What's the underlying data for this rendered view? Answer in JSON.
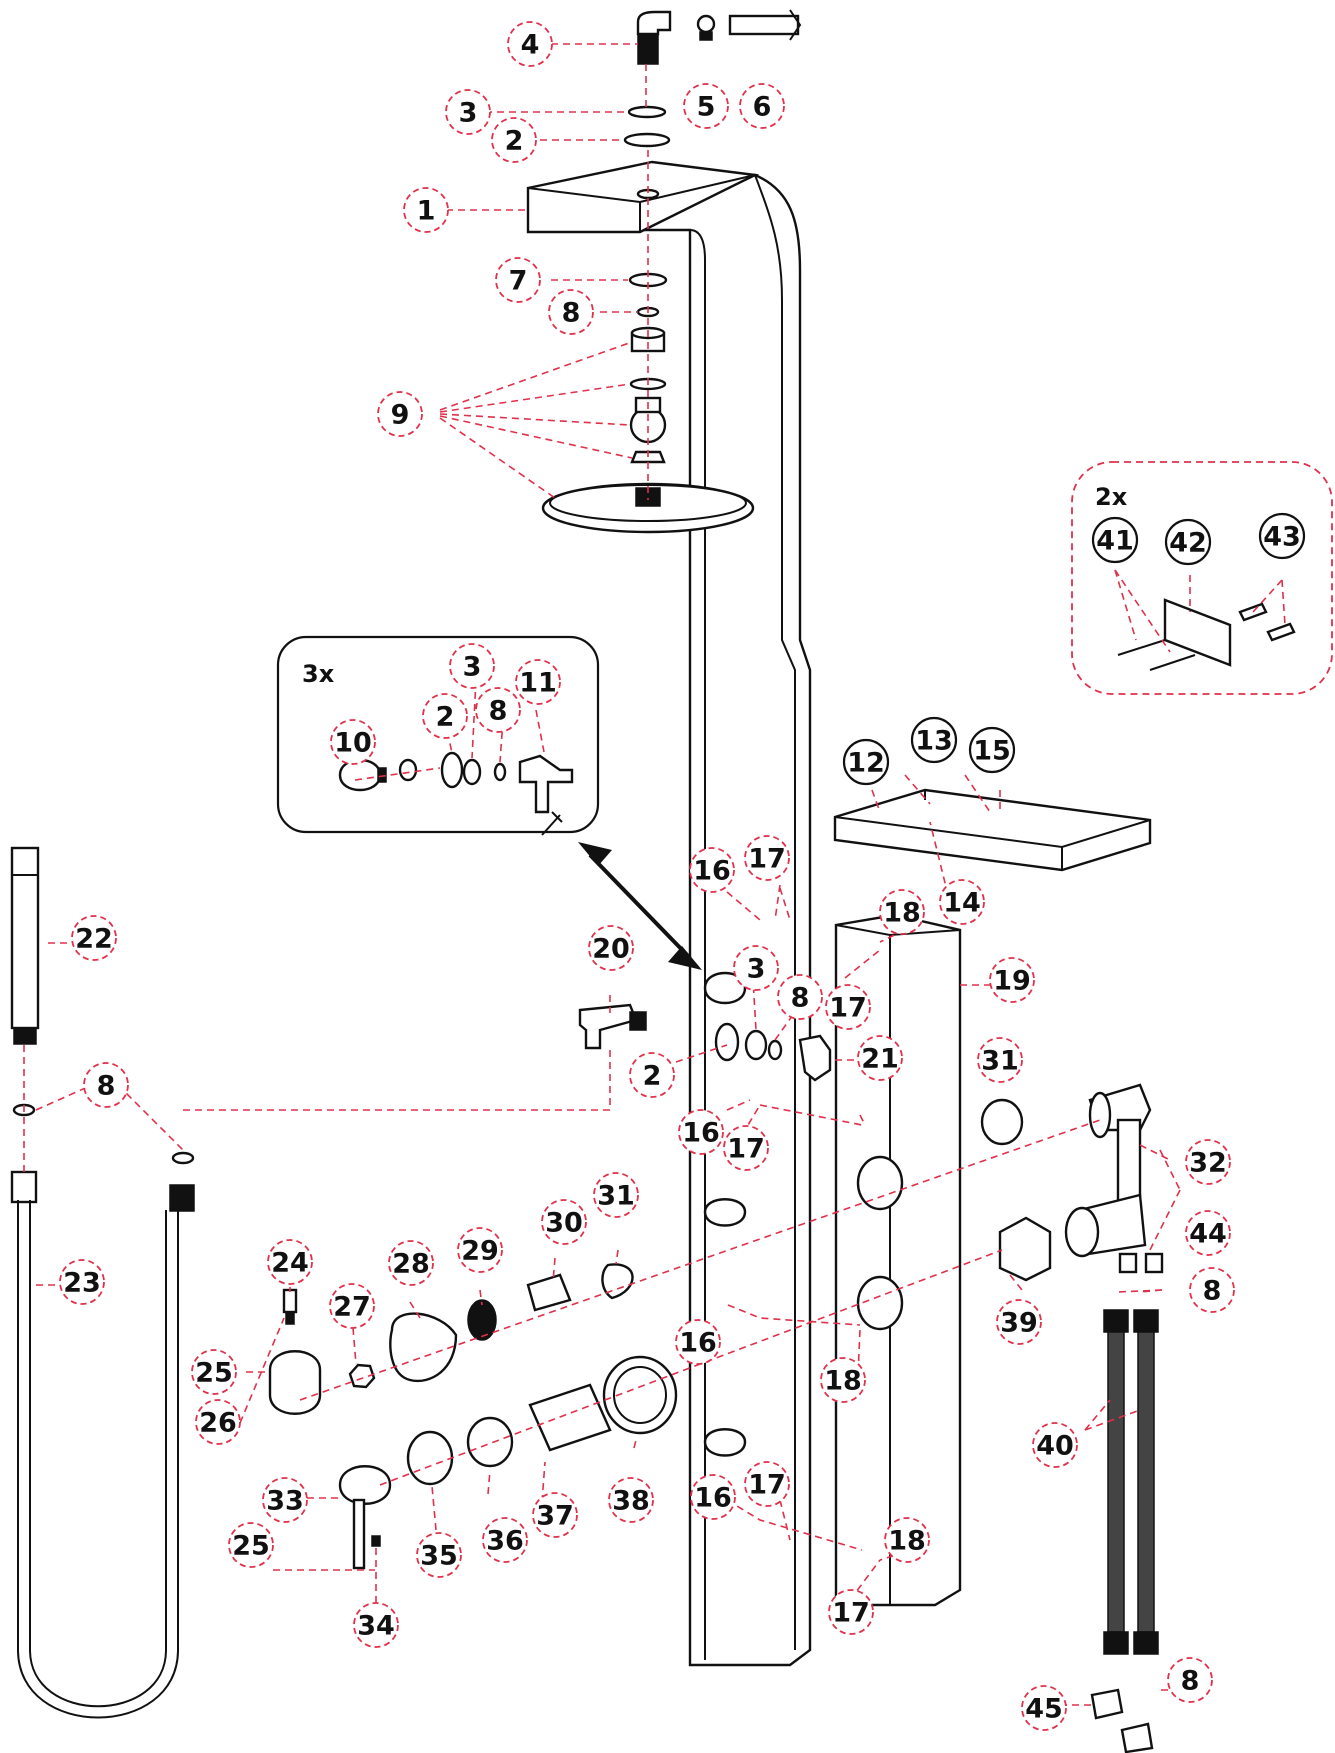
{
  "diagram": {
    "detail_boxes": [
      {
        "title": "3x"
      },
      {
        "title": "2x"
      }
    ],
    "labels": [
      {
        "id": "l4",
        "text": "4"
      },
      {
        "id": "l5",
        "text": "5"
      },
      {
        "id": "l6",
        "text": "6"
      },
      {
        "id": "l3a",
        "text": "3"
      },
      {
        "id": "l2a",
        "text": "2"
      },
      {
        "id": "l1",
        "text": "1"
      },
      {
        "id": "l7",
        "text": "7"
      },
      {
        "id": "l8a",
        "text": "8"
      },
      {
        "id": "l9",
        "text": "9"
      },
      {
        "id": "l10",
        "text": "10"
      },
      {
        "id": "l2b",
        "text": "2"
      },
      {
        "id": "l3b",
        "text": "3"
      },
      {
        "id": "l8b",
        "text": "8"
      },
      {
        "id": "l11",
        "text": "11"
      },
      {
        "id": "l12",
        "text": "12"
      },
      {
        "id": "l13",
        "text": "13"
      },
      {
        "id": "l15",
        "text": "15"
      },
      {
        "id": "l14",
        "text": "14"
      },
      {
        "id": "l41",
        "text": "41"
      },
      {
        "id": "l42",
        "text": "42"
      },
      {
        "id": "l43",
        "text": "43"
      },
      {
        "id": "l16a",
        "text": "16"
      },
      {
        "id": "l17a",
        "text": "17"
      },
      {
        "id": "l18a",
        "text": "18"
      },
      {
        "id": "l17b",
        "text": "17"
      },
      {
        "id": "l19",
        "text": "19"
      },
      {
        "id": "l20",
        "text": "20"
      },
      {
        "id": "l3c",
        "text": "3"
      },
      {
        "id": "l8c",
        "text": "8"
      },
      {
        "id": "l21",
        "text": "21"
      },
      {
        "id": "l2c",
        "text": "2"
      },
      {
        "id": "l16b",
        "text": "16"
      },
      {
        "id": "l17c",
        "text": "17"
      },
      {
        "id": "l22",
        "text": "22"
      },
      {
        "id": "l8d",
        "text": "8"
      },
      {
        "id": "l23",
        "text": "23"
      },
      {
        "id": "l31a",
        "text": "31"
      },
      {
        "id": "l32",
        "text": "32"
      },
      {
        "id": "l30",
        "text": "30"
      },
      {
        "id": "l31b",
        "text": "31"
      },
      {
        "id": "l24",
        "text": "24"
      },
      {
        "id": "l28",
        "text": "28"
      },
      {
        "id": "l29",
        "text": "29"
      },
      {
        "id": "l27",
        "text": "27"
      },
      {
        "id": "l25a",
        "text": "25"
      },
      {
        "id": "l26",
        "text": "26"
      },
      {
        "id": "l16c",
        "text": "16"
      },
      {
        "id": "l18b",
        "text": "18"
      },
      {
        "id": "l39",
        "text": "39"
      },
      {
        "id": "l44",
        "text": "44"
      },
      {
        "id": "l8e",
        "text": "8"
      },
      {
        "id": "l40",
        "text": "40"
      },
      {
        "id": "l38",
        "text": "38"
      },
      {
        "id": "l37",
        "text": "37"
      },
      {
        "id": "l36",
        "text": "36"
      },
      {
        "id": "l35",
        "text": "35"
      },
      {
        "id": "l33",
        "text": "33"
      },
      {
        "id": "l25b",
        "text": "25"
      },
      {
        "id": "l34",
        "text": "34"
      },
      {
        "id": "l16d",
        "text": "16"
      },
      {
        "id": "l17d",
        "text": "17"
      },
      {
        "id": "l18c",
        "text": "18"
      },
      {
        "id": "l17e",
        "text": "17"
      },
      {
        "id": "l8f",
        "text": "8"
      },
      {
        "id": "l45",
        "text": "45"
      }
    ]
  }
}
